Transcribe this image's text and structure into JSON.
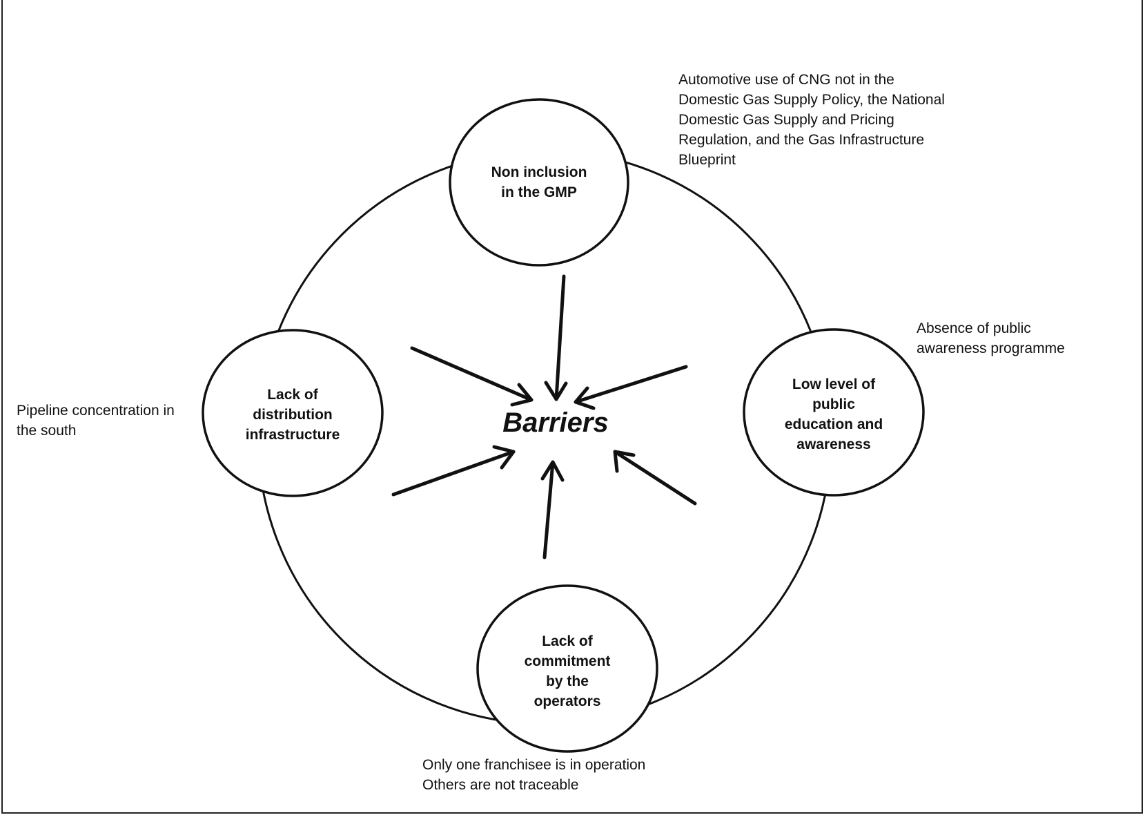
{
  "center": {
    "label": "Barriers"
  },
  "nodes": {
    "top": "Non inclusion\nin the GMP",
    "left": "Lack of\ndistribution\ninfrastructure",
    "right": "Low level of\npublic\neducation and\nawareness",
    "bottom": "Lack of\ncommitment\nby the\noperators"
  },
  "notes": {
    "top": "Automotive use of CNG not in the\nDomestic Gas Supply Policy, the National\nDomestic Gas Supply and Pricing\nRegulation, and the Gas Infrastructure\nBlueprint",
    "left": "Pipeline concentration in\nthe south",
    "right": "Absence of public\nawareness programme",
    "bottom": "Only one franchisee is in operation\nOthers are not traceable"
  }
}
